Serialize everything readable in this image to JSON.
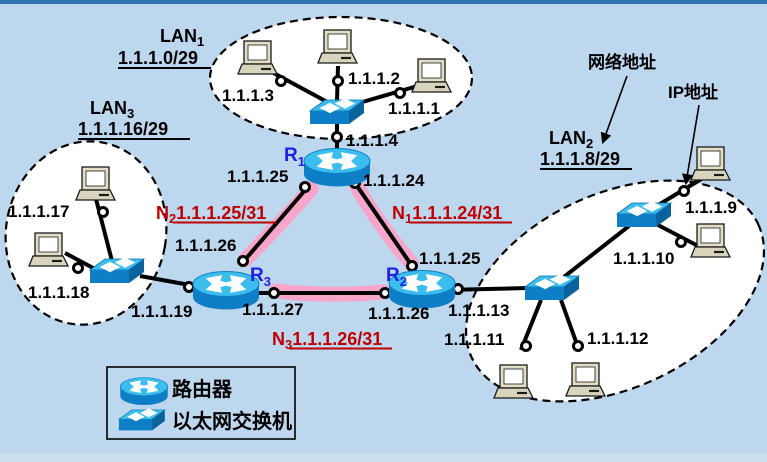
{
  "colors": {
    "background": "#BDD7EE",
    "top_bar": "#2E74B5",
    "bottom_strip": "#CCDFEF",
    "highlight_pink": "#F8A5CA",
    "net_label_red": "#C00000",
    "router_label_blue": "#1E1EE4",
    "device_blue_top": "#3BBEED",
    "device_blue_body": "#0E7FC6"
  },
  "annotations": {
    "network_address": "网络地址",
    "ip_address": "IP地址"
  },
  "legend": {
    "router": "路由器",
    "switch": "以太网交换机"
  },
  "lan1": {
    "name": "LAN",
    "sub": "1",
    "cidr": "1.1.1.0/29",
    "host1": "1.1.1.1",
    "host2": "1.1.1.2",
    "host3": "1.1.1.3",
    "router_if": "1.1.1.4"
  },
  "lan2": {
    "name": "LAN",
    "sub": "2",
    "cidr": "1.1.1.8/29",
    "host9": "1.1.1.9",
    "host10": "1.1.1.10",
    "host11": "1.1.1.11",
    "host12": "1.1.1.12",
    "router_if": "1.1.1.13"
  },
  "lan3": {
    "name": "LAN",
    "sub": "3",
    "cidr": "1.1.1.16/29",
    "host17": "1.1.1.17",
    "host18": "1.1.1.18",
    "router_if": "1.1.1.19"
  },
  "routers": {
    "r1": {
      "name": "R",
      "sub": "1"
    },
    "r2": {
      "name": "R",
      "sub": "2"
    },
    "r3": {
      "name": "R",
      "sub": "3"
    }
  },
  "links": {
    "n1": {
      "name": "N",
      "sub": "1",
      "cidr": "1.1.1.24/31",
      "r1_if": "1.1.1.24",
      "r2_if": "1.1.1.25"
    },
    "n2": {
      "name": "N",
      "sub": "2",
      "cidr": "1.1.1.25/31",
      "r1_if": "1.1.1.25",
      "r3_if": "1.1.1.26"
    },
    "n3": {
      "name": "N",
      "sub": "3",
      "cidr": "1.1.1.26/31",
      "r3_if": "1.1.1.27",
      "r2_if": "1.1.1.26"
    }
  }
}
